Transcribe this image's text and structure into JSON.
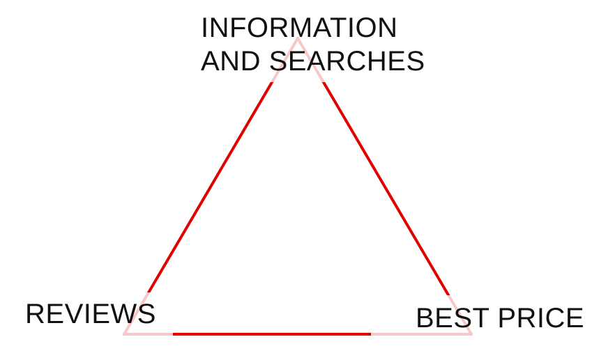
{
  "diagram": {
    "type": "triangle",
    "edge_color": "#e00000",
    "label_backdrop": "#ffffff",
    "nodes": {
      "top": {
        "lines": [
          "INFORMATION",
          "AND SEARCHES"
        ]
      },
      "bottom_left": {
        "label": "REVIEWS"
      },
      "bottom_right": {
        "label": "BEST PRICE"
      }
    }
  }
}
